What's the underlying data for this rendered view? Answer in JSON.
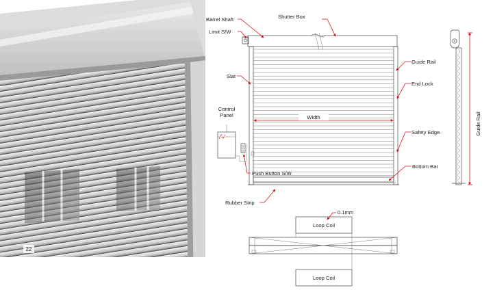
{
  "photo": {
    "tag": "22"
  },
  "labels": {
    "shutter_box": "Shutter Box",
    "barrel_shaft": "Barrel Shaft",
    "limit_sw": "Limit S/W",
    "slat": "Slat",
    "control_panel_1": "Control",
    "control_panel_2": "Panel",
    "width": "Width",
    "push_button": "Push Button S/W",
    "rubber_strip": "Rubber Strip",
    "guide_rail": "Guide Rail",
    "end_lock": "End Lock",
    "safety_edge": "Safety Edge",
    "bottom_bar": "Bottom Bar",
    "guide_rail_vertical": "Guide Rail",
    "thickness": "0.1mm",
    "loop_coil_top": "Loop Coil",
    "loop_coil_bottom": "Loop Coil"
  },
  "colors": {
    "callout": "#d4141c",
    "outline": "#444444"
  }
}
